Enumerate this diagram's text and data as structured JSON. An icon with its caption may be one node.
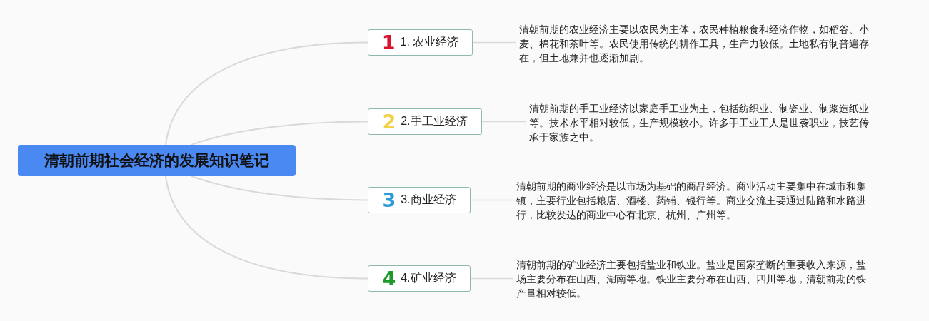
{
  "diagram": {
    "nodes": [
      {
        "text": [
          "清朝前期社会经济的发展知识笔记"
        ]
      },
      {
        "text": [
          "1",
          "1. 农业经济"
        ]
      },
      {
        "text": [
          "清朝前期的农业经济主要以农民为主体，农民种植粮食和经济作物，如稻谷、小麦、棉花和茶叶等。农民使用传统的耕作工具，生产力较低。土地私有制普遍存在，但土地兼并也逐渐加剧。"
        ]
      },
      {
        "text": [
          "2",
          "2.手工业经济"
        ]
      },
      {
        "text": [
          "清朝前期的手工业经济以家庭手工业为主，包括纺织业、制瓷业、制浆造纸业等。技术水平相对较低，生产规模较小。许多手工业工人是世袭职业，技艺传承于家族之中。"
        ]
      },
      {
        "text": [
          "3",
          "3.商业经济"
        ]
      },
      {
        "text": [
          "清朝前期的商业经济是以市场为基础的商品经济。商业活动主要集中在城市和集镇，主要行业包括粮店、酒楼、药铺、银行等。商业交流主要通过陆路和水路进行，比较发达的商业中心有北京、杭州、广州等。"
        ]
      },
      {
        "text": [
          "4",
          "4.矿业经济"
        ]
      },
      {
        "text": [
          "清朝前期的矿业经济主要包括盐业和铁业。盐业是国家垄断的重要收入来源，盐场主要分布在山西、湖南等地。铁业主要分布在山西、四川等地，清朝前期的铁产量相对较低。"
        ]
      }
    ],
    "edges": [
      {
        "from": 0,
        "to": 1,
        "arrow": "none"
      },
      {
        "from": 1,
        "to": 2,
        "arrow": "none"
      },
      {
        "from": 0,
        "to": 3,
        "arrow": "none"
      },
      {
        "from": 3,
        "to": 4,
        "arrow": "none"
      },
      {
        "from": 0,
        "to": 5,
        "arrow": "none"
      },
      {
        "from": 5,
        "to": 6,
        "arrow": "none"
      },
      {
        "from": 0,
        "to": 7,
        "arrow": "none"
      },
      {
        "from": 7,
        "to": 8,
        "arrow": "none"
      }
    ]
  }
}
